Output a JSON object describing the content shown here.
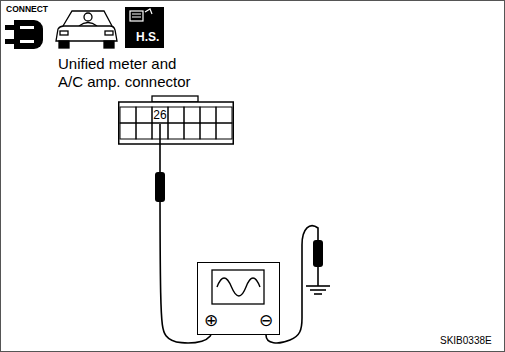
{
  "diagram": {
    "nodes": [
      {
        "text": [
          "Unified meter and A/C amp. connector",
          "26"
        ]
      },
      {
        "text": [
          "⊕",
          "⊖"
        ]
      }
    ],
    "edges": [
      {
        "from": 0,
        "to": 1,
        "arrow": "none"
      }
    ],
    "labels": [
      "CONNECT",
      "H.S.",
      "SKIB0338E"
    ]
  }
}
